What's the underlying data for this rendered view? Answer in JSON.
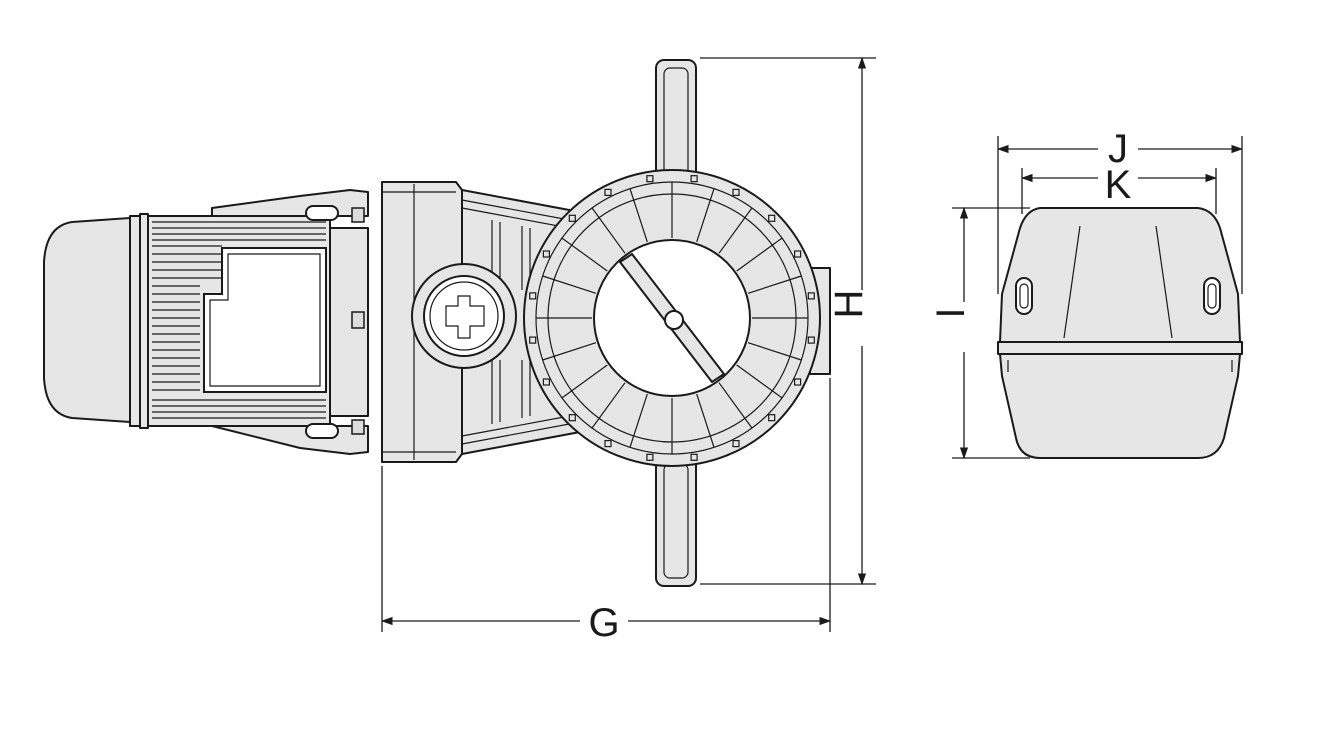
{
  "dimensions": {
    "G": "G",
    "H": "H",
    "I": "I",
    "J": "J",
    "K": "K"
  },
  "colors": {
    "line": "#1a1a1a",
    "body_fill": "#e6e6e6",
    "background": "#ffffff"
  }
}
